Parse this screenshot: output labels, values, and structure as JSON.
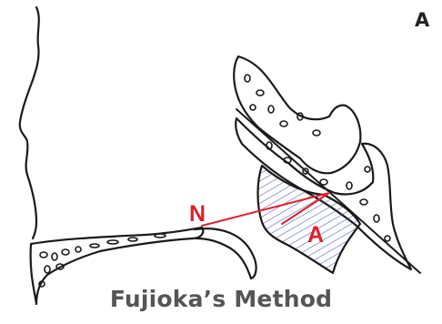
{
  "figure": {
    "panel_letter": "A",
    "caption": "Fujioka’s Method",
    "point_n_label": "N",
    "point_a_label": "A",
    "colors": {
      "ink": "#1a1a1a",
      "red": "#e0202a",
      "hatch_blue": "#3a4aa8",
      "caption_gray": "#555555"
    }
  }
}
